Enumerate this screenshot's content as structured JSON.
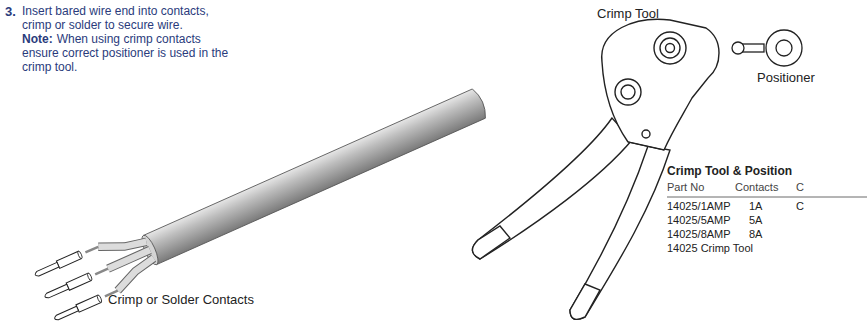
{
  "diagram": {
    "labels": [
      "3.",
      "Insert bared wire end into contacts, crimp or solder to secure wire.",
      "Note:",
      "When using crimp contacts ensure correct positioner is used in the crimp tool.",
      "Crimp Tool",
      "Positioner",
      "Crimp or Solder Contacts",
      "Crimp Tool & Position",
      "Part No",
      "Contacts",
      "C",
      "14025/1AMP",
      "1A",
      "C",
      "14025/5AMP",
      "5A",
      "14025/8AMP",
      "8A",
      "14025 Crimp Tool"
    ]
  }
}
